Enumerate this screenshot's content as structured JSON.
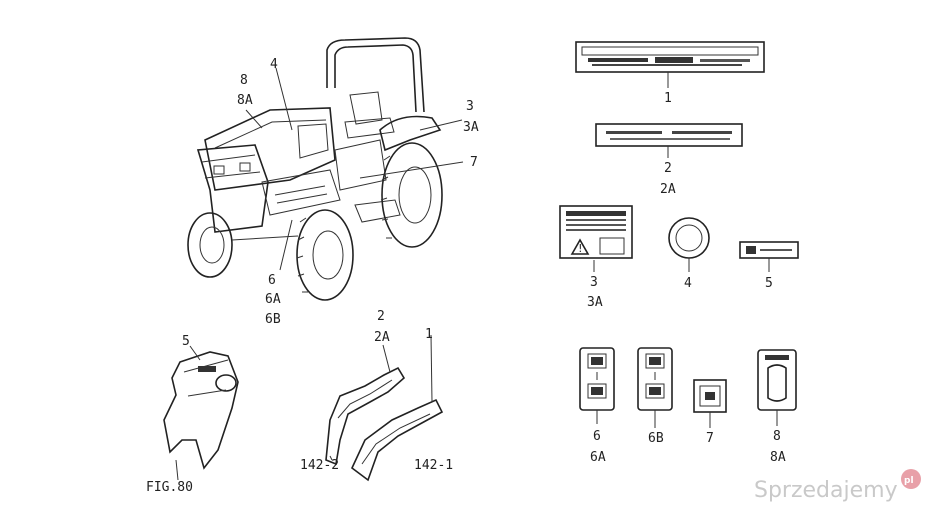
{
  "labels": {
    "tractor_8": "8",
    "tractor_8A": "8A",
    "tractor_4": "4",
    "tractor_3": "3",
    "tractor_3A": "3A",
    "tractor_7": "7",
    "tractor_6": "6",
    "tractor_6A": "6A",
    "tractor_6B": "6B",
    "decal1_1": "1",
    "decal2_2": "2",
    "decal2_2A": "2A",
    "warning_3": "3",
    "warning_3A": "3A",
    "round_4": "4",
    "small_5": "5",
    "fender_5": "5",
    "fig80": "FIG.80",
    "strip_2": "2",
    "strip_2A": "2A",
    "strip_1": "1",
    "strip_142_2": "142-2",
    "strip_142_1": "142-1",
    "b_6": "6",
    "b_6A": "6A",
    "b_6B": "6B",
    "b_7": "7",
    "b_8": "8",
    "b_8A": "8A"
  },
  "watermark": {
    "text": "Sprzedajemy",
    "badge": "pl"
  }
}
